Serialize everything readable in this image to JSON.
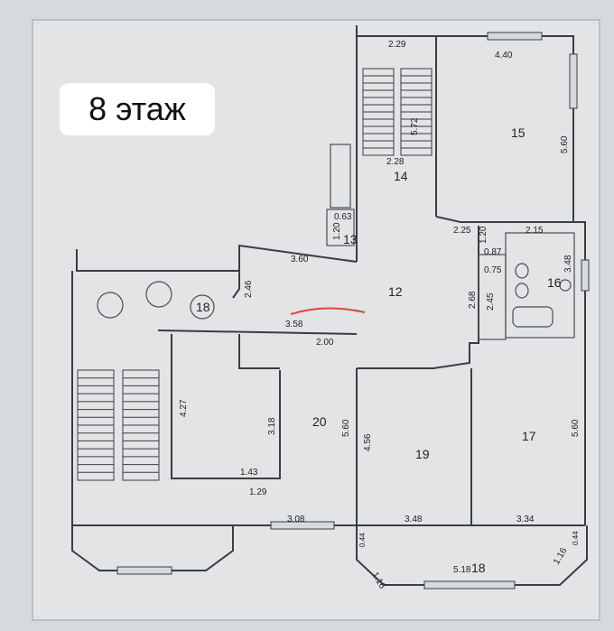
{
  "title": "8 этаж",
  "rooms": [
    {
      "id": "r12",
      "label": "12"
    },
    {
      "id": "r13",
      "label": "13"
    },
    {
      "id": "r14",
      "label": "14"
    },
    {
      "id": "r15",
      "label": "15"
    },
    {
      "id": "r16",
      "label": "16"
    },
    {
      "id": "r17",
      "label": "17"
    },
    {
      "id": "r18a",
      "label": "18"
    },
    {
      "id": "r18b",
      "label": "18"
    },
    {
      "id": "r19",
      "label": "19"
    },
    {
      "id": "r20",
      "label": "20"
    }
  ],
  "dimensions": [
    {
      "id": "d1",
      "text": "2.29"
    },
    {
      "id": "d2",
      "text": "4.40"
    },
    {
      "id": "d3",
      "text": "5.72"
    },
    {
      "id": "d4",
      "text": "5.60"
    },
    {
      "id": "d5",
      "text": "2.28"
    },
    {
      "id": "d6",
      "text": "0.63"
    },
    {
      "id": "d7",
      "text": "1.20"
    },
    {
      "id": "d8",
      "text": "2.25"
    },
    {
      "id": "d9",
      "text": "1.20"
    },
    {
      "id": "d10",
      "text": "2.15"
    },
    {
      "id": "d11",
      "text": "0.87"
    },
    {
      "id": "d12",
      "text": "3.48"
    },
    {
      "id": "d13",
      "text": "3.60"
    },
    {
      "id": "d14",
      "text": "0.75"
    },
    {
      "id": "d15",
      "text": "2.46"
    },
    {
      "id": "d16",
      "text": "2.68"
    },
    {
      "id": "d17",
      "text": "2.45"
    },
    {
      "id": "d18",
      "text": "3.58"
    },
    {
      "id": "d19",
      "text": "2.00"
    },
    {
      "id": "d20",
      "text": "4.27"
    },
    {
      "id": "d21",
      "text": "3.18"
    },
    {
      "id": "d22",
      "text": "5.60"
    },
    {
      "id": "d23",
      "text": "4.56"
    },
    {
      "id": "d24",
      "text": "5.60"
    },
    {
      "id": "d25",
      "text": "1.43"
    },
    {
      "id": "d26",
      "text": "1.29"
    },
    {
      "id": "d27",
      "text": "3.08"
    },
    {
      "id": "d28",
      "text": "3.48"
    },
    {
      "id": "d29",
      "text": "3.34"
    },
    {
      "id": "d30",
      "text": "0.44"
    },
    {
      "id": "d31",
      "text": "1.16"
    },
    {
      "id": "d32",
      "text": "5.18"
    },
    {
      "id": "d33",
      "text": "1.16"
    },
    {
      "id": "d34",
      "text": "0.44"
    }
  ],
  "colors": {
    "background": "#d7dadc",
    "wall": "#3a3d42",
    "mark": "#e0443a"
  }
}
